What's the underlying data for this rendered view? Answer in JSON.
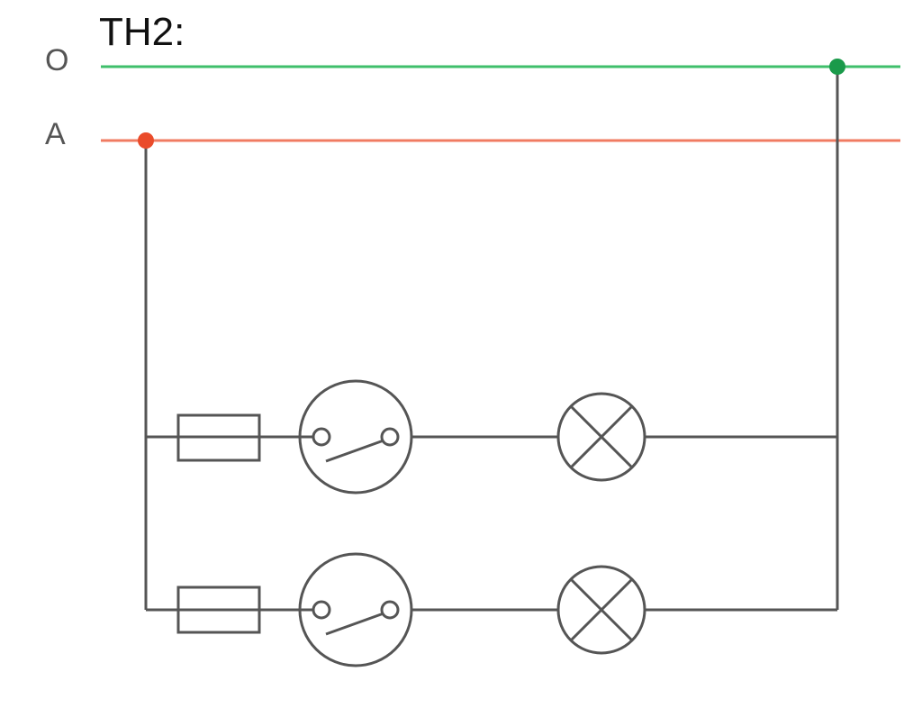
{
  "title": "TH2:",
  "rails": {
    "neutral": {
      "label": "O",
      "color": "#3fbf6b",
      "node_color": "#1a9a4a"
    },
    "phase": {
      "label": "A",
      "color": "#f07b62",
      "node_color": "#ea4b2a"
    }
  },
  "branches": [
    {
      "components": [
        "fuse",
        "switch",
        "lamp"
      ]
    },
    {
      "components": [
        "fuse",
        "switch",
        "lamp"
      ]
    }
  ]
}
